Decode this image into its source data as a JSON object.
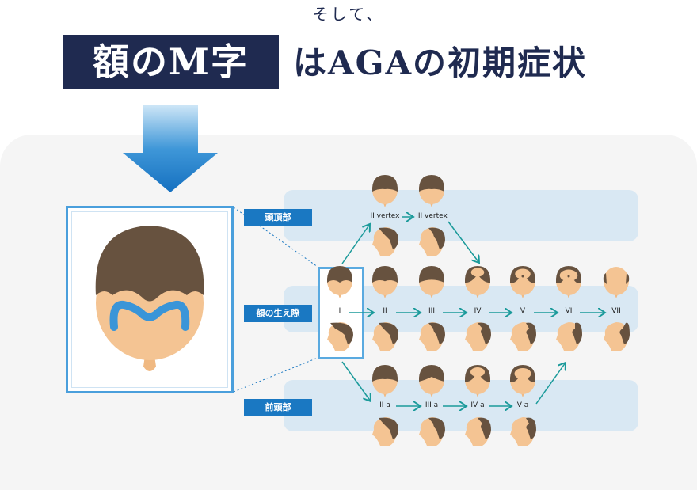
{
  "heading": {
    "intro": "そして、",
    "highlight": "額のM字",
    "rest": "はAGAの初期症状"
  },
  "categories": [
    {
      "label": "頭頂部"
    },
    {
      "label": "額の生え際"
    },
    {
      "label": "前頭部"
    }
  ],
  "stages": {
    "vertex": [
      "II vertex",
      "III vertex"
    ],
    "main": [
      "I",
      "II",
      "III",
      "IV",
      "V",
      "VI",
      "VII"
    ],
    "front": [
      "II a",
      "III a",
      "IV a",
      "V a"
    ]
  },
  "colors": {
    "navy": "#1f2a50",
    "blue": "#1a78c2",
    "teal": "#1a9a9a",
    "hair": "#67523f",
    "skin": "#f4c493",
    "band": "#d9e8f3"
  }
}
